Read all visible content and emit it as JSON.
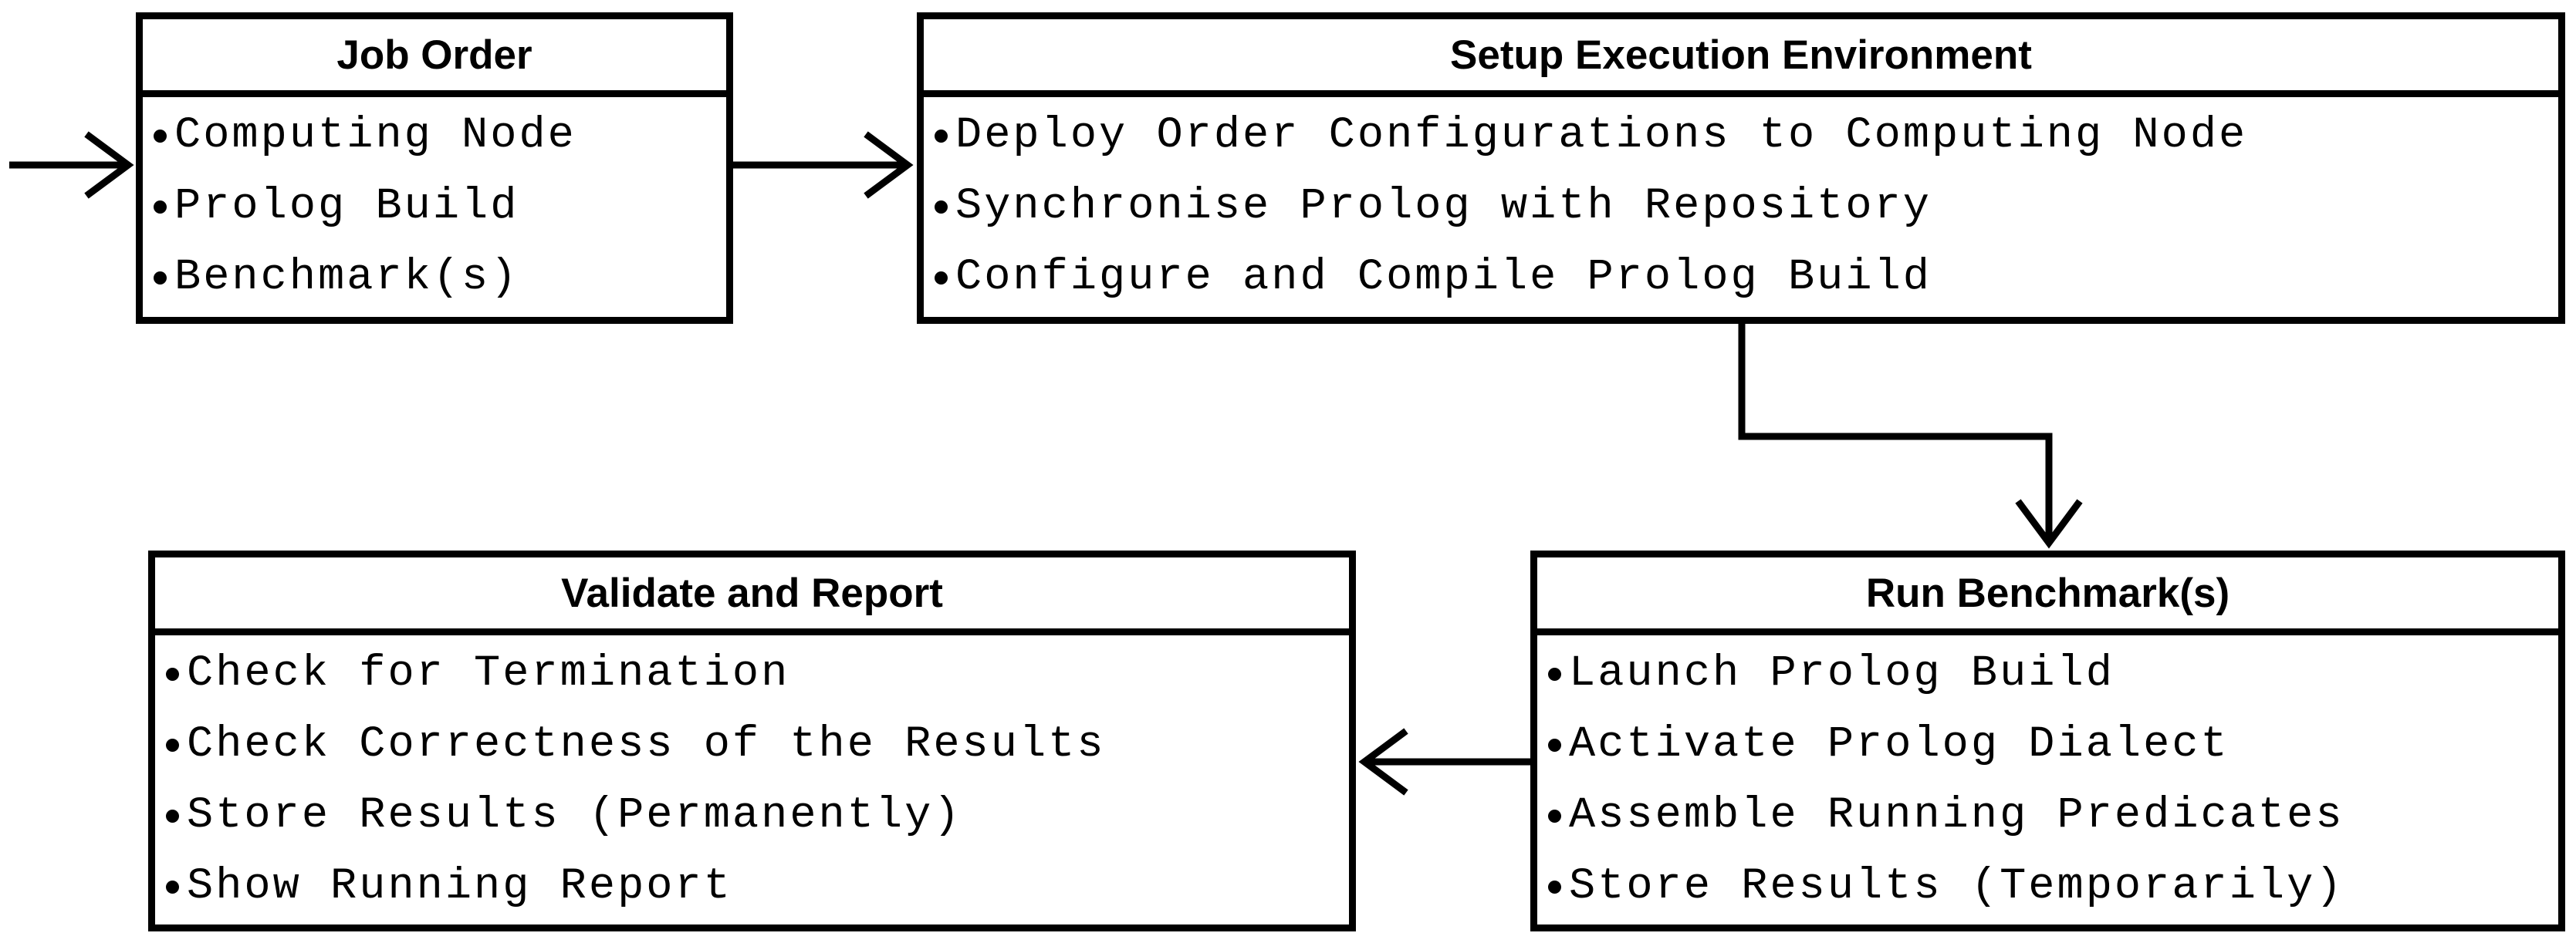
{
  "diagram": {
    "boxes": {
      "job_order": {
        "title": "Job Order",
        "items": [
          "Computing Node",
          "Prolog Build",
          "Benchmark(s)"
        ]
      },
      "setup": {
        "title": "Setup Execution Environment",
        "items": [
          "Deploy Order Configurations to Computing Node",
          "Synchronise Prolog with Repository",
          "Configure and Compile Prolog Build"
        ]
      },
      "run": {
        "title": "Run Benchmark(s)",
        "items": [
          "Launch Prolog Build",
          "Activate Prolog Dialect",
          "Assemble Running Predicates",
          "Store Results (Temporarily)"
        ]
      },
      "validate": {
        "title": "Validate and Report",
        "items": [
          "Check for Termination",
          "Check Correctness of the Results",
          "Store Results (Permanently)",
          "Show Running Report"
        ]
      }
    },
    "colors": {
      "stroke": "#000000",
      "background": "#ffffff"
    }
  }
}
